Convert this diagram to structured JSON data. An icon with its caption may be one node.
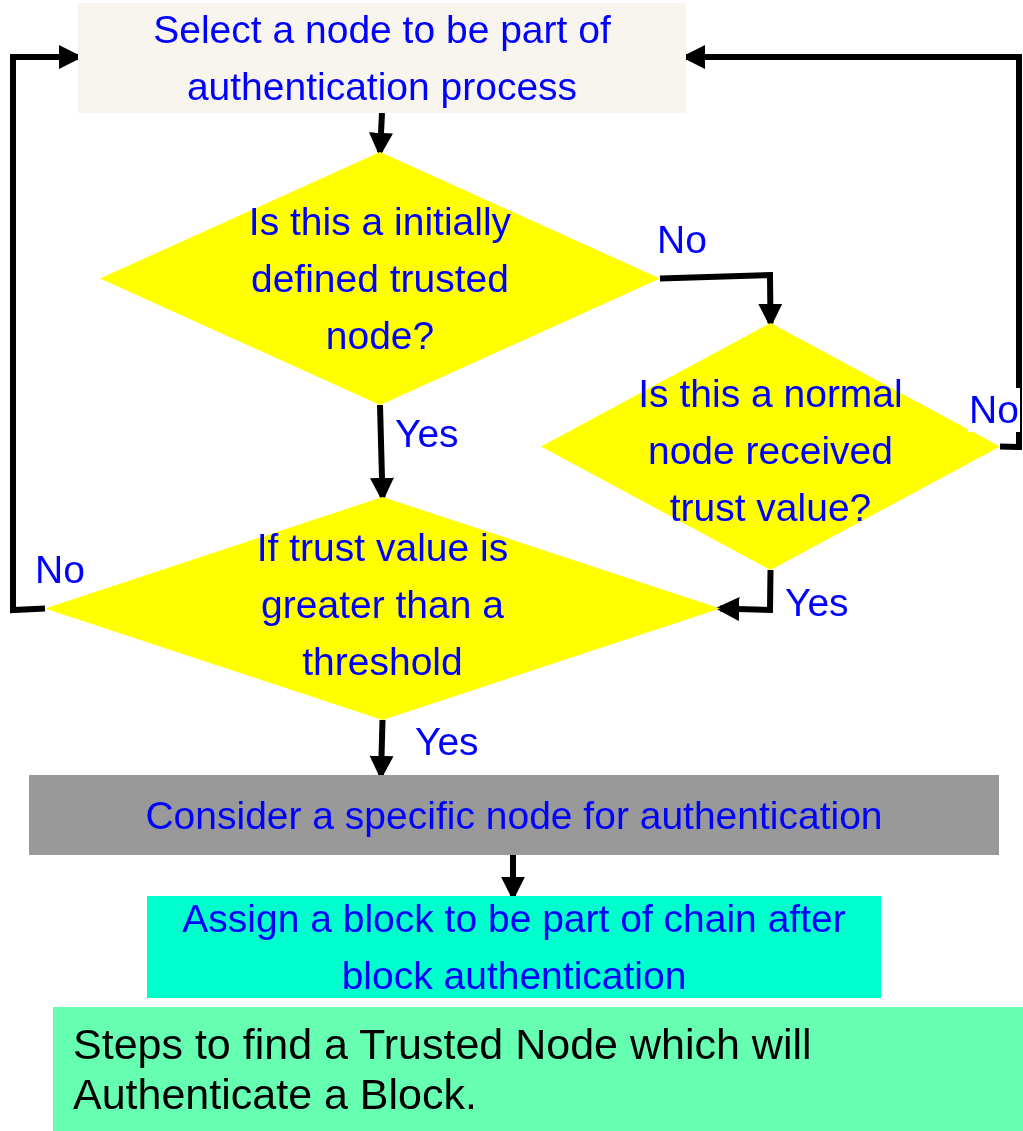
{
  "diagram": {
    "nodes": [
      {
        "text": [
          "Select a node to be part of authentication process"
        ]
      },
      {
        "text": [
          "Is this a initially defined trusted node?"
        ]
      },
      {
        "text": [
          "Is this a normal node received trust value?"
        ]
      },
      {
        "text": [
          "If trust value is greater than a threshold"
        ]
      },
      {
        "text": [
          "Consider a specific node for authentication"
        ]
      },
      {
        "text": [
          "Assign a block to be part of chain after block authentication"
        ]
      },
      {
        "text": [
          "Steps to find a Trusted Node which will Authenticate a Block."
        ]
      }
    ],
    "edges": [
      {
        "from": 0,
        "to": 1,
        "arrow": "to"
      },
      {
        "from": 1,
        "to": 2,
        "arrow": "to",
        "label": "No"
      },
      {
        "from": 1,
        "to": 3,
        "arrow": "to",
        "label": "Yes"
      },
      {
        "from": 2,
        "to": 0,
        "arrow": "to",
        "label": "No"
      },
      {
        "from": 2,
        "to": 3,
        "arrow": "to",
        "label": "Yes"
      },
      {
        "from": 3,
        "to": 0,
        "arrow": "to",
        "label": "No"
      },
      {
        "from": 3,
        "to": 4,
        "arrow": "to",
        "label": "Yes"
      },
      {
        "from": 4,
        "to": 5,
        "arrow": "to"
      }
    ]
  }
}
